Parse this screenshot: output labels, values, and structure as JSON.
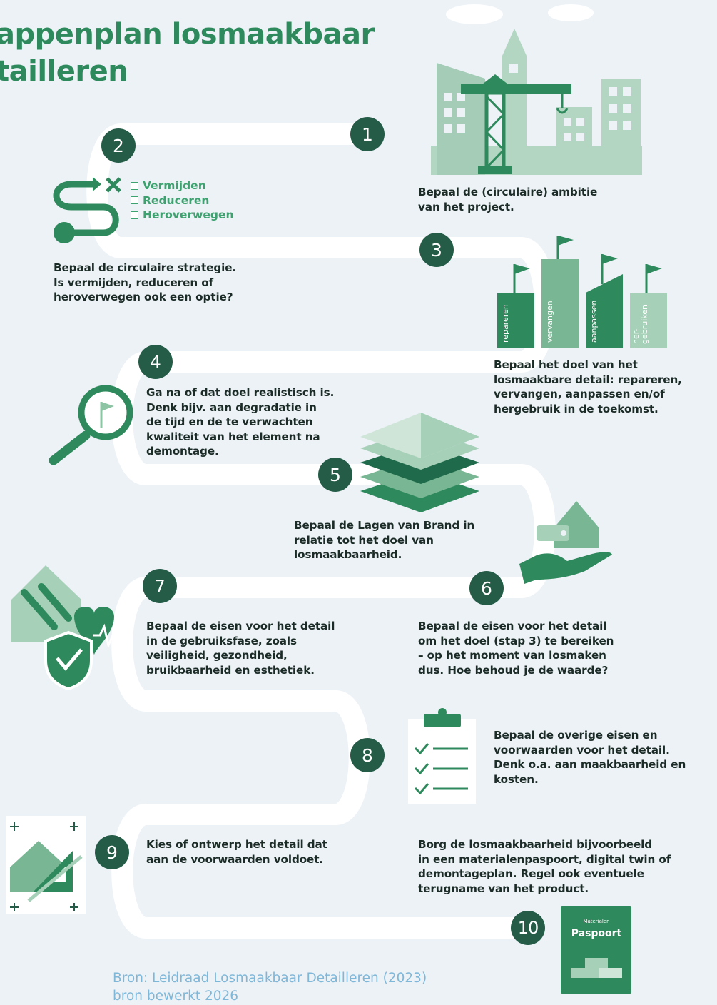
{
  "title": {
    "line1": "appenplan losmaakbaar",
    "line2": "tailleren"
  },
  "colors": {
    "background": "#edf2f7",
    "accent": "#2e8a5c",
    "badge": "#245c47",
    "path": "#ffffff",
    "source_text": "#7fb7d8"
  },
  "steps": [
    {
      "number": "1",
      "text": "Bepaal de (circulaire) ambitie\nvan het project.",
      "icon": "construction-city-icon"
    },
    {
      "number": "2",
      "text": "Bepaal de circulaire strategie.\nIs vermijden, reduceren of\nheroverwegen ook een optie?",
      "icon": "route-icon"
    },
    {
      "number": "3",
      "text": "Bepaal het doel van het\nlosmaakbare detail: repareren,\nvervangen, aanpassen en/of\nhergebruik in de toekomst.",
      "icon": "flag-bars-icon"
    },
    {
      "number": "4",
      "text": "Ga na of dat doel realistisch is.\nDenk bijv. aan degradatie in\nde tijd en de te verwachten\nkwaliteit van het element na\ndemontage.",
      "icon": "magnifier-flag-icon"
    },
    {
      "number": "5",
      "text": "Bepaal de Lagen van Brand in\nrelatie tot het doel van\nlosmaakbaarheid.",
      "icon": "layers-icon"
    },
    {
      "number": "6",
      "text": "Bepaal de eisen voor het detail\nom het doel (stap 3) te bereiken\n– op het moment van losmaken\ndus. Hoe behoud je de waarde?",
      "icon": "hand-house-value-icon"
    },
    {
      "number": "7",
      "text": "Bepaal de eisen voor het detail\nin de gebruiksfase, zoals\nveiligheid, gezondheid,\nbruikbaarheid en esthetiek.",
      "icon": "house-tools-shield-heart-icon"
    },
    {
      "number": "8",
      "text": "Bepaal de overige eisen en\nvoorwaarden voor het detail.\nDenk o.a. aan maakbaarheid en\nkosten.",
      "icon": "clipboard-checklist-icon"
    },
    {
      "number": "9",
      "text": "Kies of ontwerp het detail dat\naan de voorwaarden voldoet.",
      "icon": "house-drawing-icon"
    },
    {
      "number": "10",
      "text": "Borg de losmaakbaarheid bijvoorbeeld\nin een materialenpaspoort, digital twin of\ndemontageplan. Regel ook eventuele\nterugname van het product.",
      "icon": "passport-icon"
    }
  ],
  "strategy_options": [
    "Vermijden",
    "Reduceren",
    "Heroverwegen"
  ],
  "goal_bars": [
    "repareren",
    "vervangen",
    "aanpassen",
    "her-\ngebruiken"
  ],
  "passport": {
    "small": "Materialen",
    "big": "Paspoort"
  },
  "source": {
    "line1": "Bron: Leidraad Losmaakbaar Detailleren (2023)",
    "line2": "bron bewerkt 2026"
  }
}
